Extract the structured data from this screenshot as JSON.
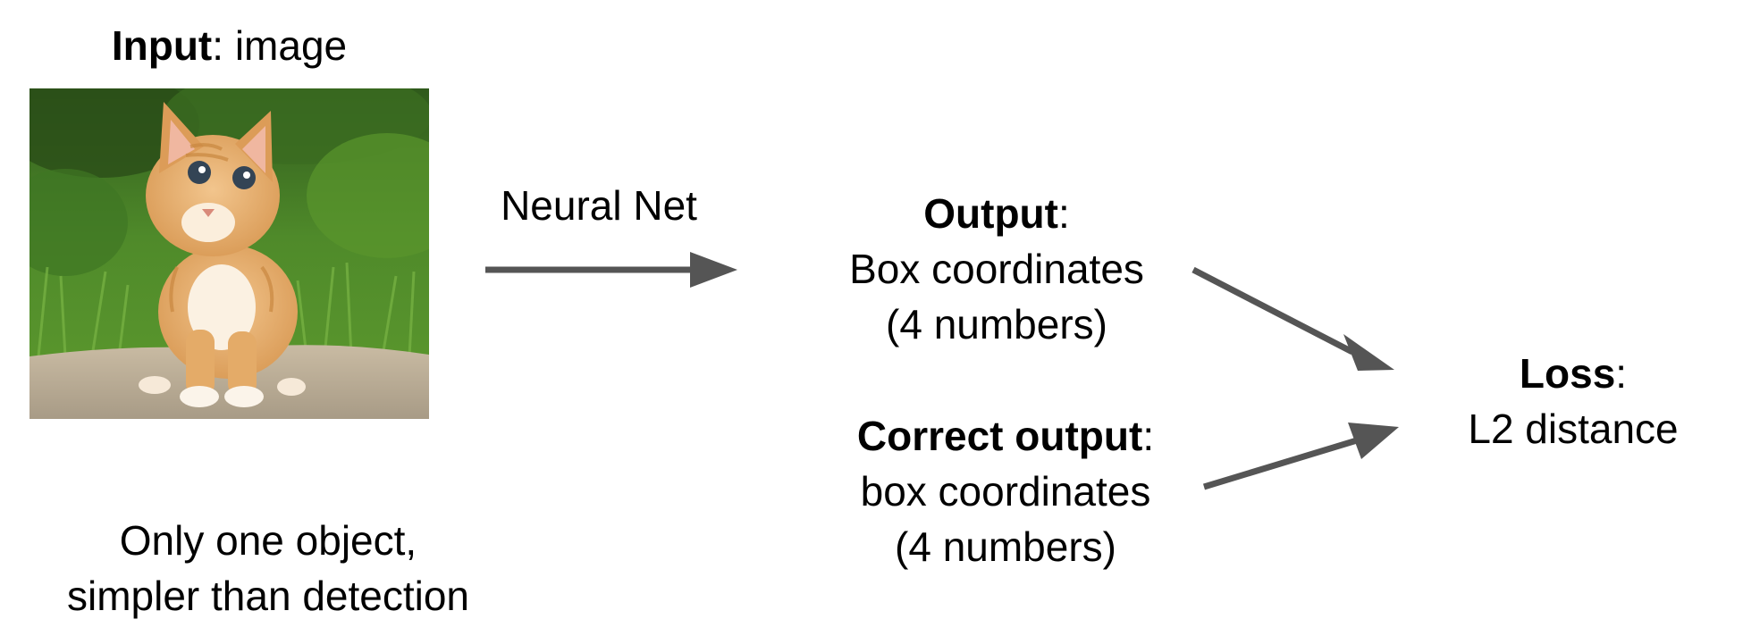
{
  "input": {
    "bold": "Input",
    "rest": ": image",
    "image_subject": "kitten sitting on a rock in grass"
  },
  "note": {
    "line1": "Only one object,",
    "line2": "simpler than detection"
  },
  "network": {
    "label": "Neural Net"
  },
  "output": {
    "bold": "Output",
    "colon": ":",
    "line1": "Box coordinates",
    "line2": "(4 numbers)"
  },
  "correct_output": {
    "bold": "Correct output",
    "colon": ":",
    "line1": "box coordinates",
    "line2": "(4 numbers)"
  },
  "loss": {
    "bold": "Loss",
    "colon": ":",
    "line1": "L2 distance"
  },
  "colors": {
    "arrow": "#555555",
    "text": "#000000",
    "background": "#ffffff"
  }
}
